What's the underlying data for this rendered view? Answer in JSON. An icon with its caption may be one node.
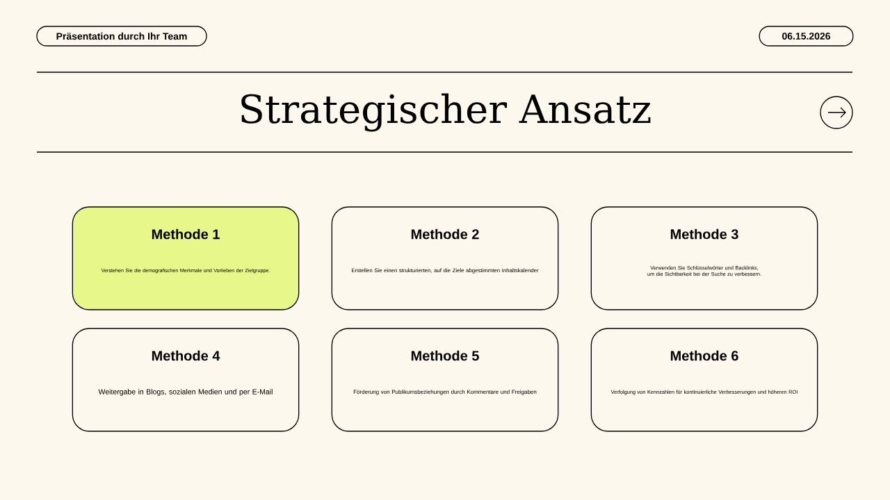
{
  "diagram": {
    "title": "Strategischer Ansatz",
    "nodes": [
      {
        "text": [
          "Präsentation durch Ihr Team"
        ]
      },
      {
        "text": [
          "06.15.2026"
        ]
      },
      {
        "text": [
          "Methode 1",
          "Verstehen Sie die demografischen Merkmale und Vorlieben der Zielgruppe."
        ]
      },
      {
        "text": [
          "Methode 2",
          "Erstellen Sie einen strukturierten, auf die Ziele abgestimmten Inhaltskalender"
        ]
      },
      {
        "text": [
          "Methode 3",
          "Verwenden Sie Schlüsselwörter und Backlinks, um die Sichtbarkeit bei der Suche zu verbessern."
        ]
      },
      {
        "text": [
          "Methode 4",
          "Weitergabe in Blogs, sozialen Medien und per E-Mail"
        ]
      },
      {
        "text": [
          "Methode 5",
          "Förderung von Publikumsbeziehungen durch Kommentare und Freigaben"
        ]
      },
      {
        "text": [
          "Methode 6",
          "Verfolgung von Kennzahlen für kontinuierliche Verbesserungen und höheren ROI"
        ]
      }
    ],
    "edges": []
  }
}
